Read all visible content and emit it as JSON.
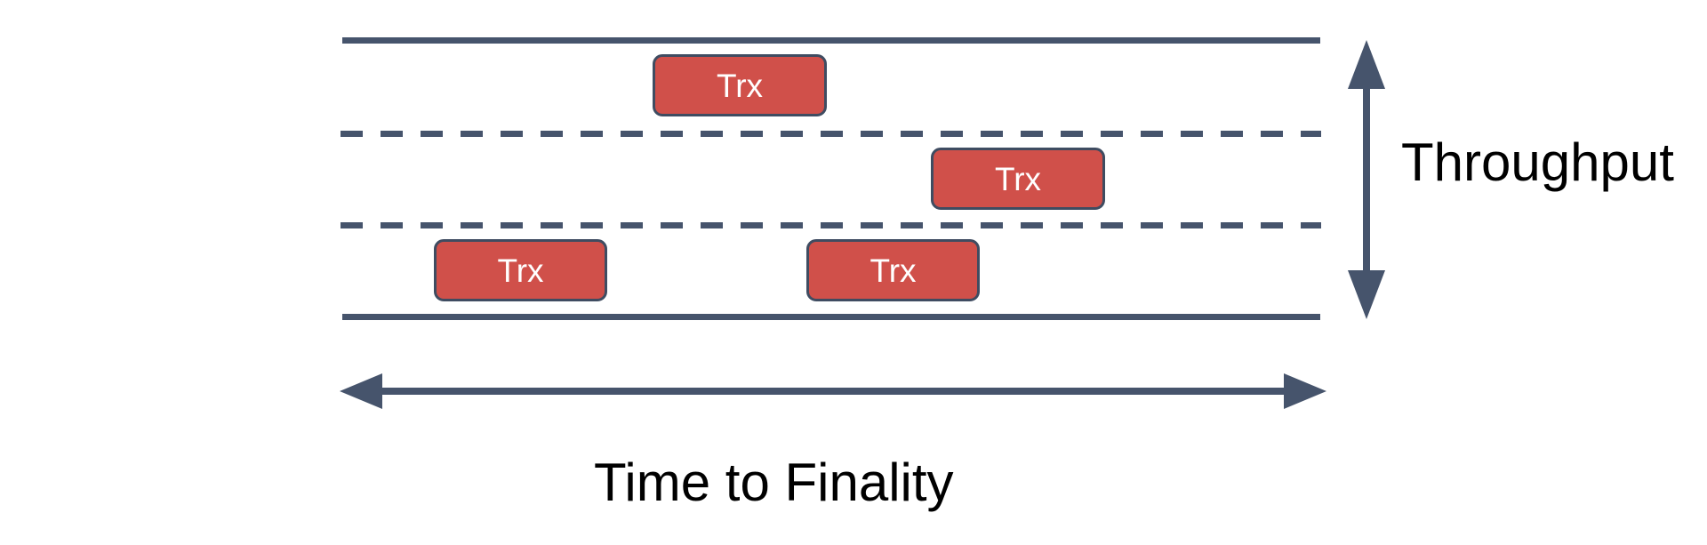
{
  "diagram": {
    "vertical_axis_label": "Throughput",
    "horizontal_axis_label": "Time to Finality",
    "lane_count": 3,
    "transactions": [
      {
        "label": "Trx",
        "lane": "top"
      },
      {
        "label": "Trx",
        "lane": "middle"
      },
      {
        "label": "Trx",
        "lane": "bottom"
      },
      {
        "label": "Trx",
        "lane": "bottom"
      }
    ],
    "colors": {
      "stroke": "#46546C",
      "transaction_fill": "#D0504A",
      "transaction_border": "#3F4C61",
      "transaction_text": "#FFFFFF",
      "axis_label_text": "#000000",
      "page_bg": "#FFFFFF"
    }
  }
}
